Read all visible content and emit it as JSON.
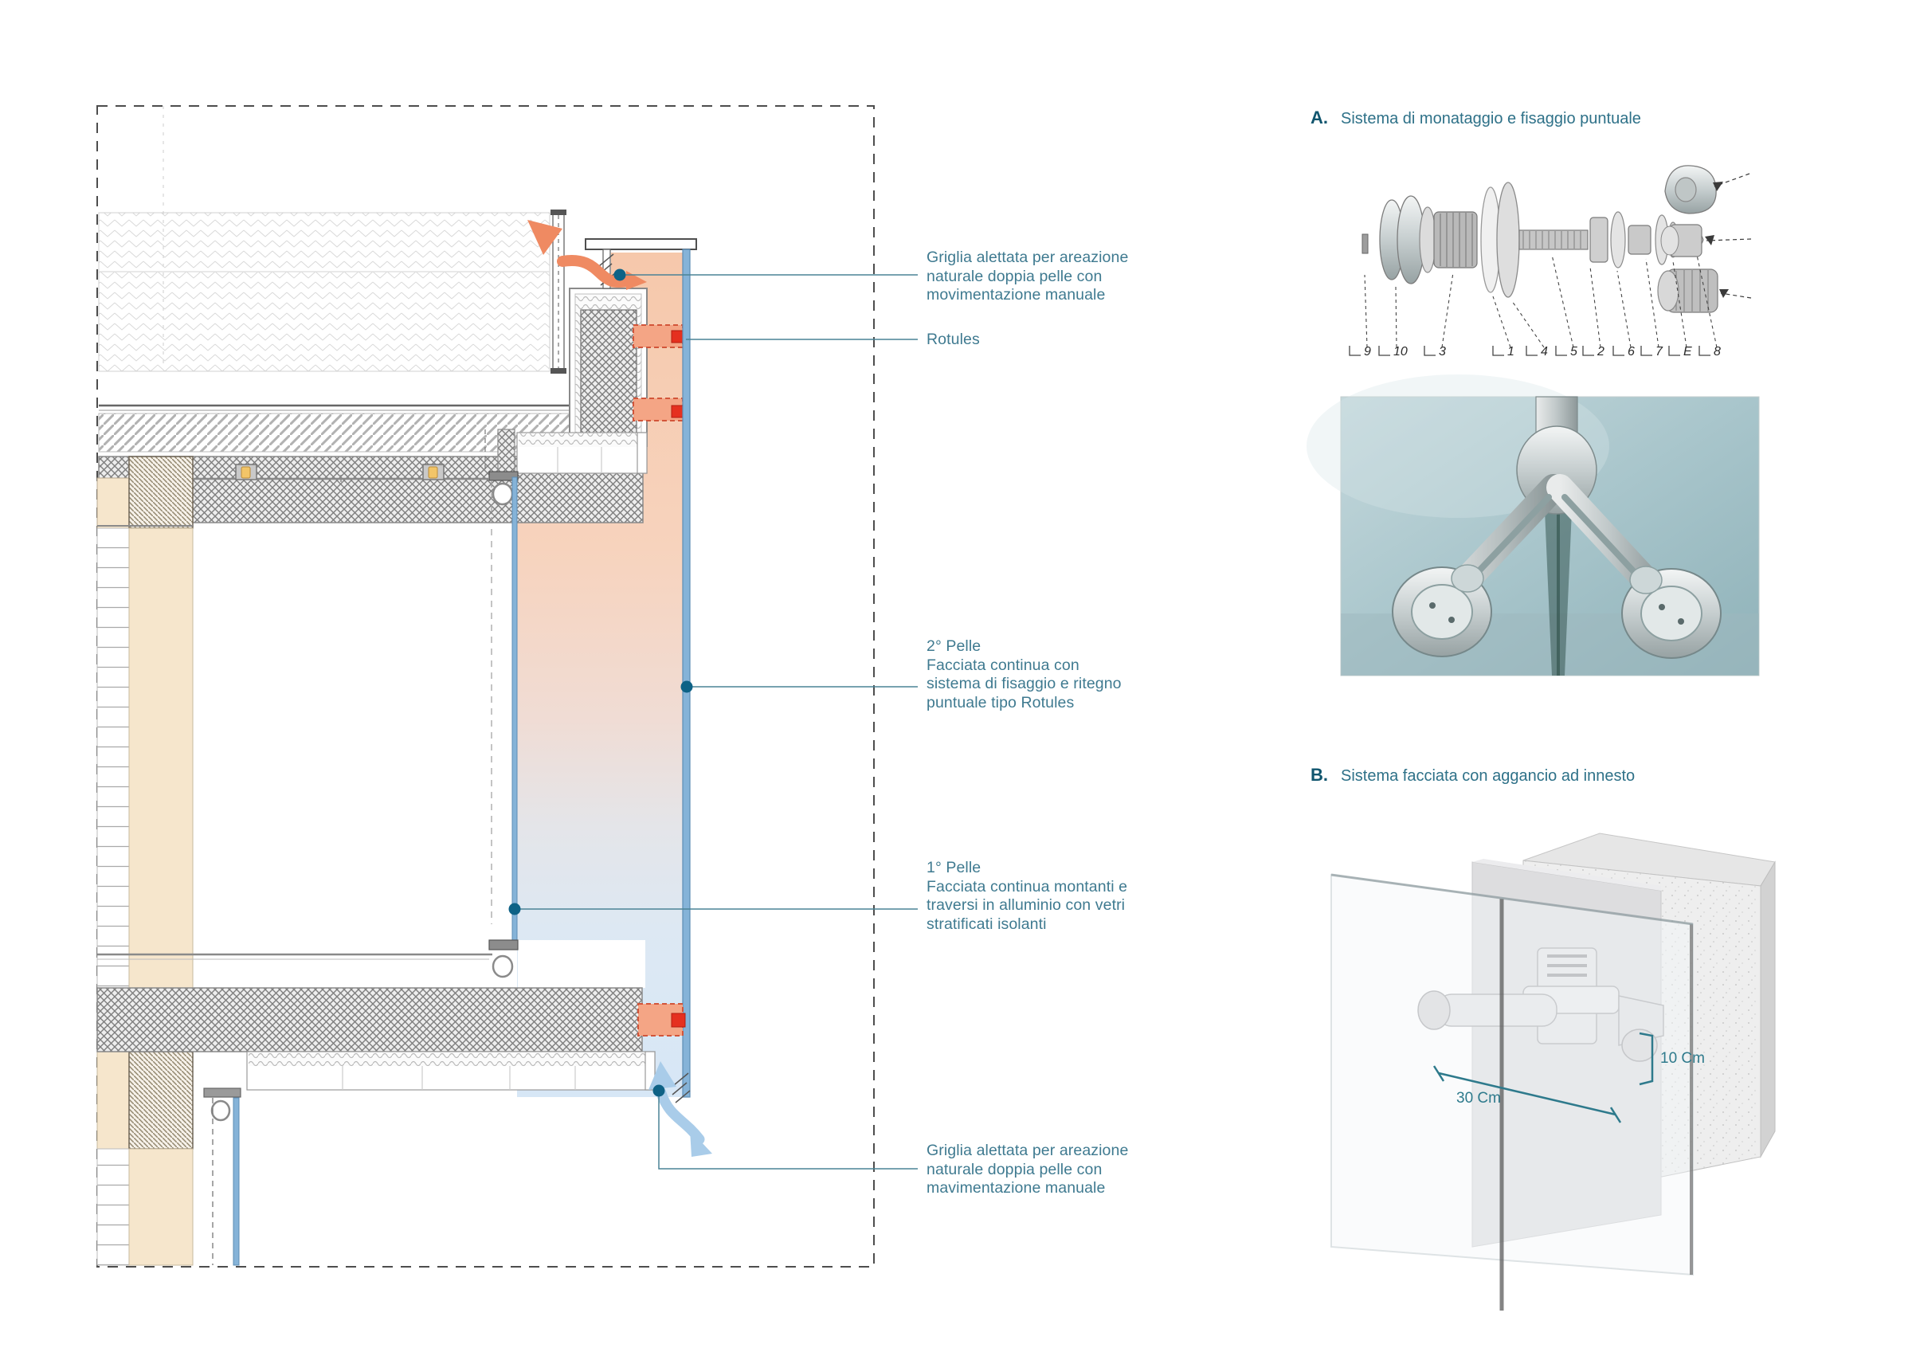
{
  "drawing": {
    "annotations": [
      {
        "id": "griglia-top",
        "lines": [
          "Griglia alettata per areazione",
          "naturale doppia pelle con",
          "movimentazione manuale"
        ]
      },
      {
        "id": "rotules",
        "lines": [
          "Rotules"
        ]
      },
      {
        "id": "pelle-2",
        "lines": [
          "2° Pelle",
          "Facciata continua con",
          "sistema di fisaggio e ritegno",
          "puntuale tipo Rotules"
        ]
      },
      {
        "id": "pelle-1",
        "lines": [
          "1° Pelle",
          "Facciata continua montanti e",
          "traversi in alluminio con vetri",
          "stratificati isolanti"
        ]
      },
      {
        "id": "griglia-bottom",
        "lines": [
          "Griglia alettata per areazione",
          "naturale doppia pelle con",
          "mavimentazione manuale"
        ]
      }
    ]
  },
  "sections": {
    "a": {
      "letter": "A.",
      "title": "Sistema di monataggio e fisaggio puntuale",
      "part_numbers": [
        "9",
        "10",
        "3",
        "1",
        "4",
        "5",
        "2",
        "6",
        "7",
        "E",
        "8"
      ]
    },
    "b": {
      "letter": "B.",
      "title": "Sistema facciata con aggancio ad innesto",
      "dimensions": {
        "height": "10 Cm",
        "width": "30 Cm"
      }
    }
  },
  "colors": {
    "annotation_text": "#3f7a90",
    "header_text": "#2e7188",
    "header_letter": "#10556e",
    "leader_line": "#4a8396",
    "leader_dot": "#0e6286",
    "cavity_warm": "#f7cdb2",
    "cavity_cool": "#d9e8f6",
    "rotule_band": "#f4a585",
    "rotule_red": "#e5301f",
    "glass_blue": "#85b3d8",
    "arrow_orange": "#ef8a62",
    "arrow_blue": "#a9cce9",
    "wall_beige": "#f6e6cc"
  }
}
